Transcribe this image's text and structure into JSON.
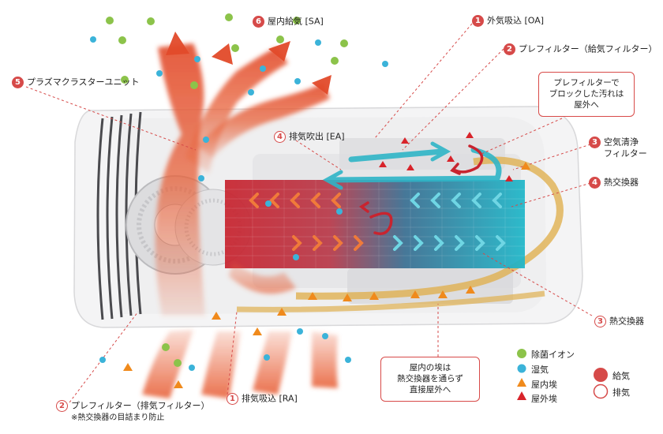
{
  "labels": {
    "l1_oa": {
      "num": "1",
      "text": "外気吸込 [OA]"
    },
    "l2_pre_sa": {
      "num": "2",
      "text": "プレフィルター（給気フィルター）"
    },
    "l3_air": {
      "num": "3",
      "line1": "空気清浄",
      "line2": "フィルター"
    },
    "l4_hx": {
      "num": "4",
      "text": "熱交換器"
    },
    "l3_hx": {
      "num": "3",
      "text": "熱交換器"
    },
    "l6_sa": {
      "num": "6",
      "text": "屋内給気 [SA]"
    },
    "l5_plasma": {
      "num": "5",
      "text": "プラズマクラスターユニット"
    },
    "l4_ea": {
      "num": "4",
      "text": "排気吹出 [EA]"
    },
    "l1_ra": {
      "num": "1",
      "text": "排気吸込 [RA]"
    },
    "l2_pre_ea": {
      "num": "2",
      "text": "プレフィルター（排気フィルター）",
      "note": "※熱交換器の目詰まり防止"
    }
  },
  "callouts": {
    "prefilter_dirt": {
      "line1": "プレフィルターで",
      "line2": "ブロックした汚れは",
      "line3": "屋外へ"
    },
    "dust_direct": {
      "line1": "屋内の埃は",
      "line2": "熱交換器を通らず",
      "line3": "直接屋外へ"
    }
  },
  "legend": {
    "ion": "除菌イオン",
    "humidity": "湿気",
    "indoor_dust": "屋内埃",
    "outdoor_dust": "屋外埃",
    "supply": "給気",
    "exhaust": "排気"
  },
  "colors": {
    "accent_red": "#d64a49",
    "ion_green": "#8cc34a",
    "humidity_blue": "#3bb3d9",
    "indoor_dust_orange": "#f08a1c",
    "outdoor_dust_red": "#d8232a",
    "exhaust_arrow": "#e8623a",
    "supply_arrow_teal": "#2fb5c7",
    "duct_gold": "#e0b050"
  }
}
